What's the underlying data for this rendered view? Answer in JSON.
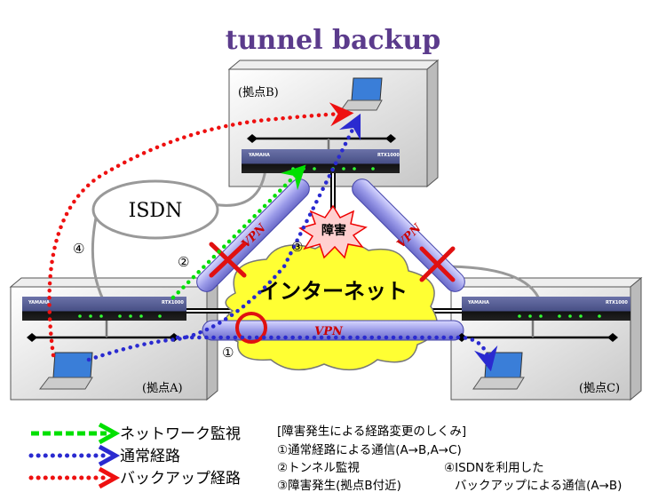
{
  "title": "tunnel backup",
  "sites": {
    "a": "(拠点A)",
    "b": "(拠点B)",
    "c": "(拠点C)"
  },
  "router": {
    "brand": "YAMAHA",
    "model": "RTX1000"
  },
  "isdn": "ISDN",
  "internet": "インターネット",
  "failure": "障害",
  "vpn": "VPN",
  "markers": {
    "m1": "①",
    "m2": "②",
    "m3": "③",
    "m4": "④"
  },
  "legend": {
    "items": [
      {
        "label": "ネットワーク監視",
        "color": "#00e000"
      },
      {
        "label": "通常経路",
        "color": "#2a2ad0"
      },
      {
        "label": "バックアップ経路",
        "color": "#ee1010"
      }
    ]
  },
  "notes": {
    "heading": "[障害発生による経路変更のしくみ]",
    "n1": "①通常経路による通信(A→B,A→C)",
    "n2": "②トンネル監視",
    "n3": "③障害発生(拠点B付近)",
    "n4a": "④ISDNを利用した",
    "n4b": "バックアップによる通信(A→B)"
  }
}
